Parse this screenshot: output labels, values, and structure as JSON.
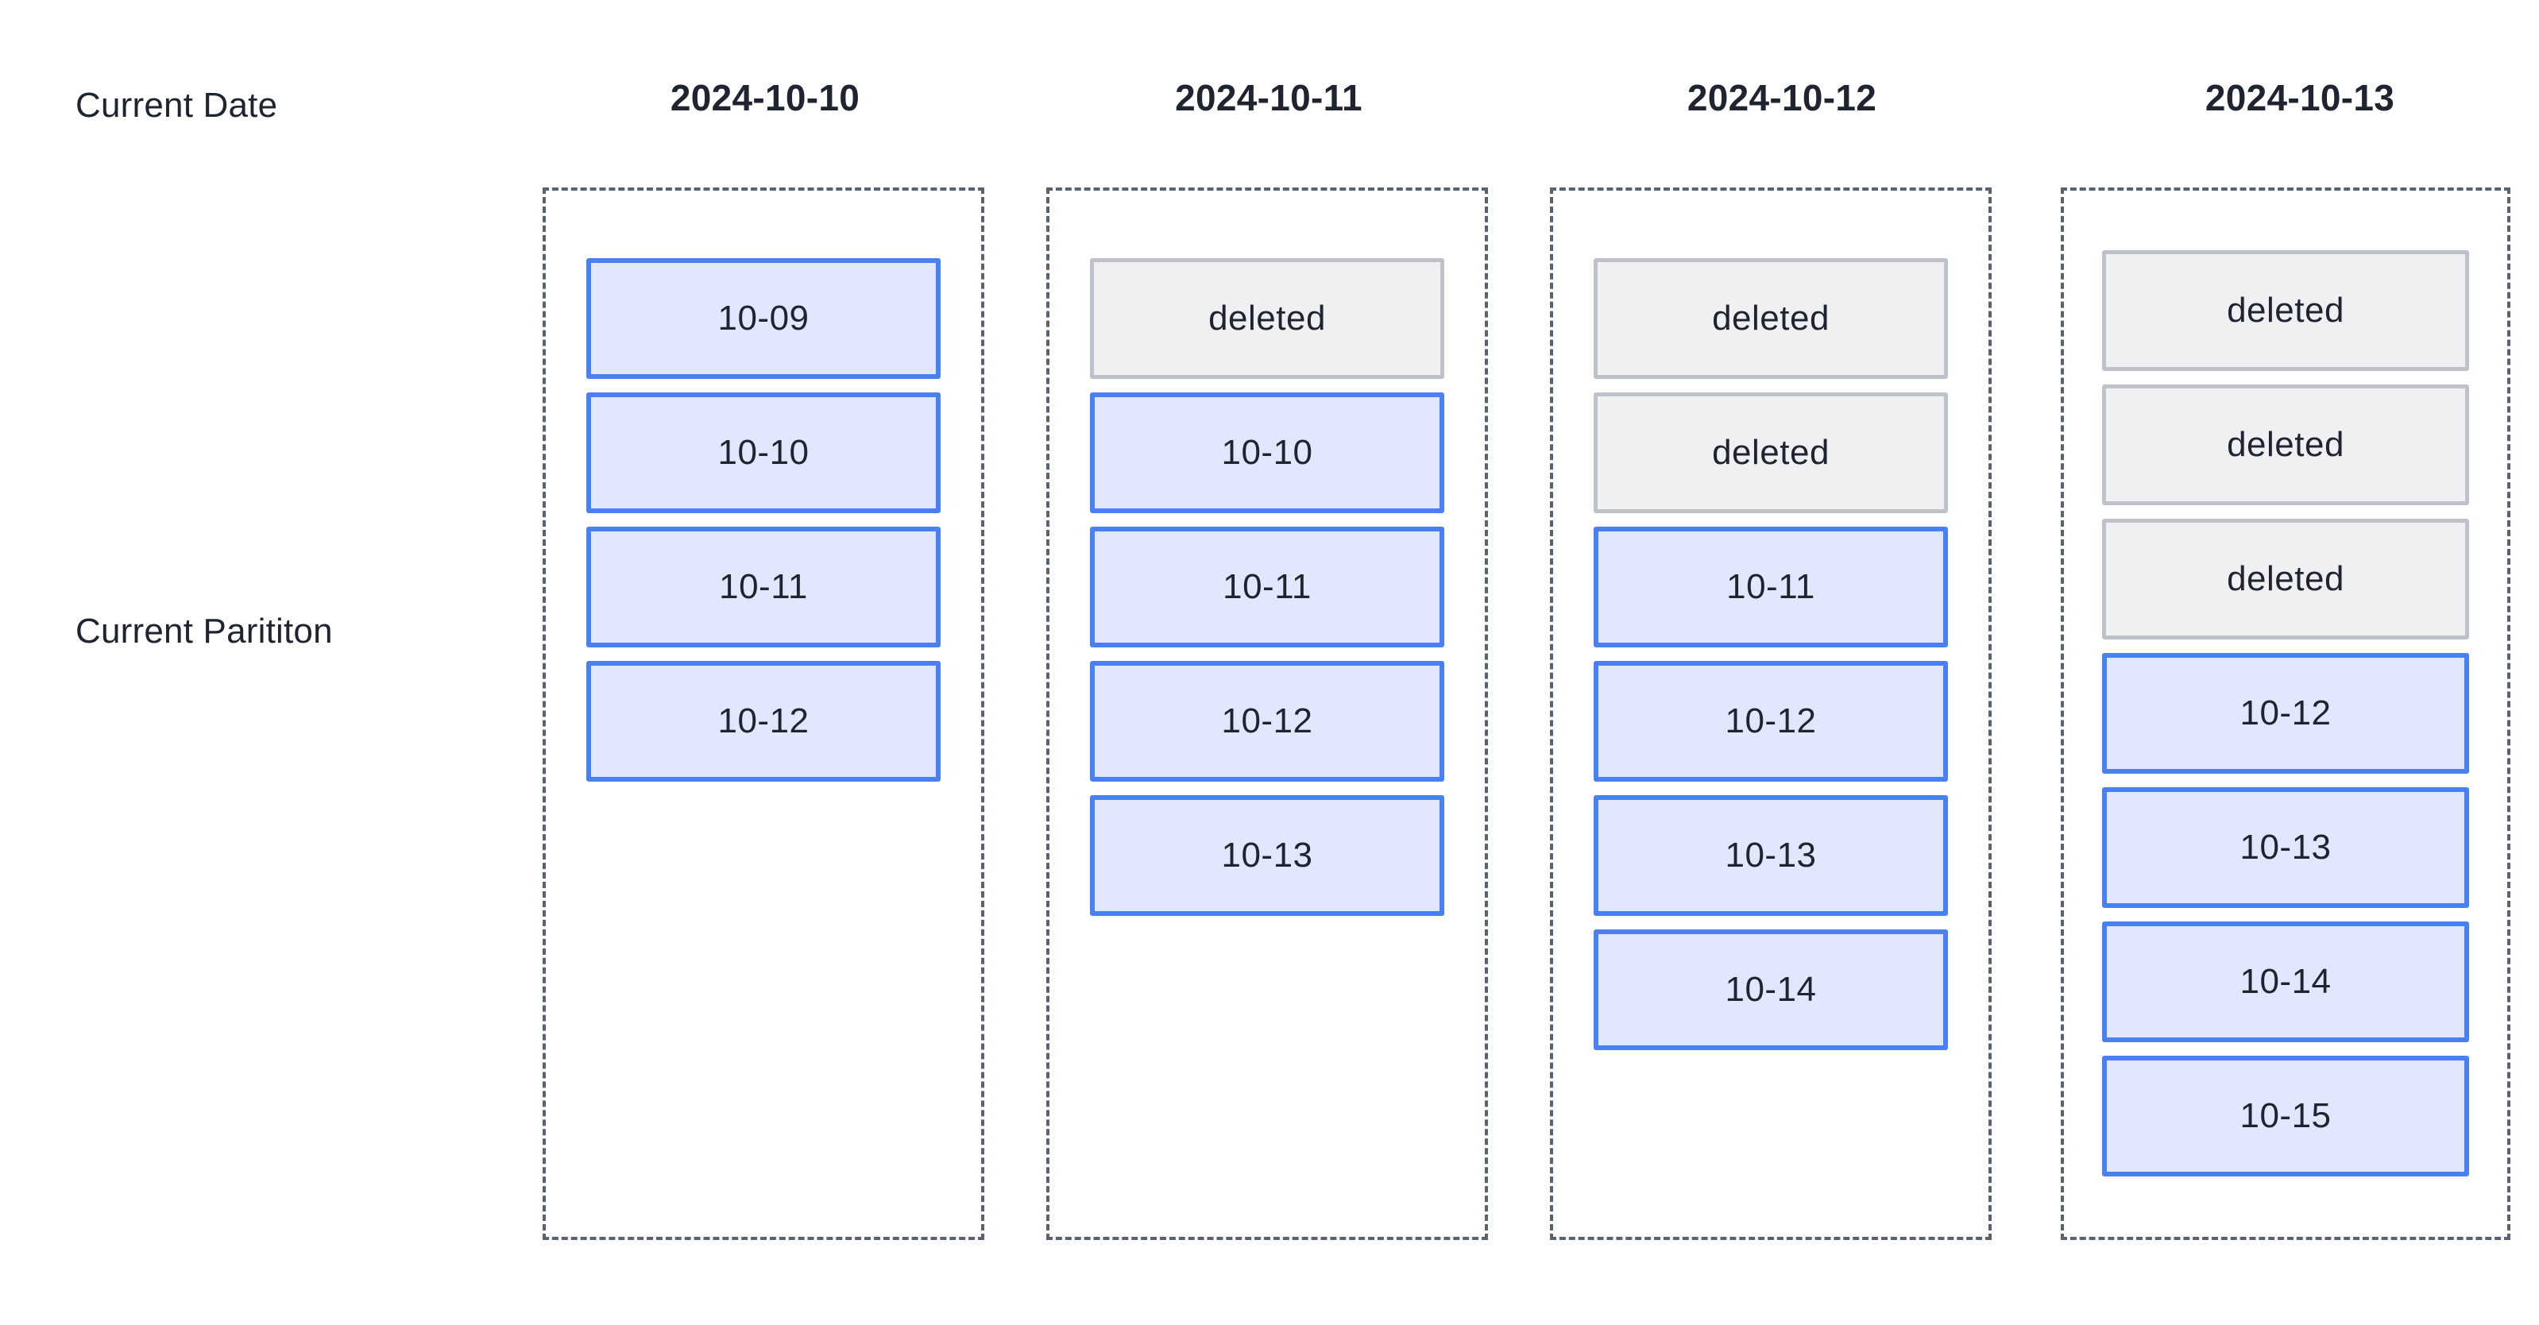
{
  "row_labels": {
    "date": "Current Date",
    "partition": "Current Parititon"
  },
  "colors": {
    "active_border": "#4a80f5",
    "active_fill": "#e1e8fd",
    "deleted_border": "#bfc3c9",
    "deleted_fill": "#eff0f2",
    "container_dash": "#5a6270",
    "text": "#1f2430",
    "background": "#ffffff"
  },
  "columns": [
    {
      "header": "2024-10-10",
      "partitions": [
        {
          "label": "10-09",
          "state": "active"
        },
        {
          "label": "10-10",
          "state": "active"
        },
        {
          "label": "10-11",
          "state": "active"
        },
        {
          "label": "10-12",
          "state": "active"
        }
      ]
    },
    {
      "header": "2024-10-11",
      "partitions": [
        {
          "label": "deleted",
          "state": "deleted"
        },
        {
          "label": "10-10",
          "state": "active"
        },
        {
          "label": "10-11",
          "state": "active"
        },
        {
          "label": "10-12",
          "state": "active"
        },
        {
          "label": "10-13",
          "state": "active"
        }
      ]
    },
    {
      "header": "2024-10-12",
      "partitions": [
        {
          "label": "deleted",
          "state": "deleted"
        },
        {
          "label": "deleted",
          "state": "deleted"
        },
        {
          "label": "10-11",
          "state": "active"
        },
        {
          "label": "10-12",
          "state": "active"
        },
        {
          "label": "10-13",
          "state": "active"
        },
        {
          "label": "10-14",
          "state": "active"
        }
      ]
    },
    {
      "header": "2024-10-13",
      "partitions": [
        {
          "label": "deleted",
          "state": "deleted"
        },
        {
          "label": "deleted",
          "state": "deleted"
        },
        {
          "label": "deleted",
          "state": "deleted"
        },
        {
          "label": "10-12",
          "state": "active"
        },
        {
          "label": "10-13",
          "state": "active"
        },
        {
          "label": "10-14",
          "state": "active"
        },
        {
          "label": "10-15",
          "state": "active"
        }
      ]
    }
  ]
}
